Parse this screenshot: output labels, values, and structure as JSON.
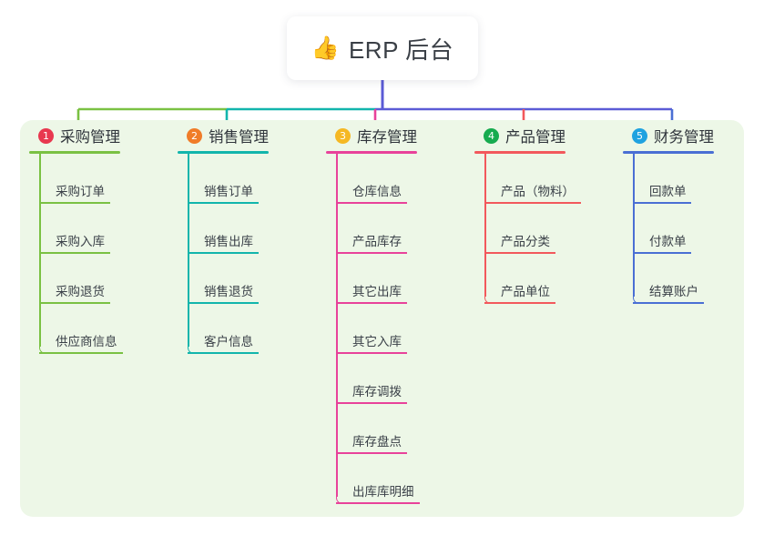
{
  "diagram": {
    "type": "mindmap",
    "background": "#ffffff",
    "panel_color": "#edf7e7",
    "root": {
      "emoji": "👍",
      "icon_name": "thumbs-up-emoji",
      "title": "ERP 后台"
    },
    "trunk_color": "#5b5bd6",
    "branches": [
      {
        "index": 1,
        "badge": "1",
        "badge_color": "#e8384f",
        "line_color": "#7ac143",
        "title": "采购管理",
        "items": [
          "采购订单",
          "采购入库",
          "采购退货",
          "供应商信息"
        ]
      },
      {
        "index": 2,
        "badge": "2",
        "badge_color": "#f07c28",
        "line_color": "#12b5ac",
        "title": "销售管理",
        "items": [
          "销售订单",
          "销售出库",
          "销售退货",
          "客户信息"
        ]
      },
      {
        "index": 3,
        "badge": "3",
        "badge_color": "#f5b823",
        "line_color": "#e8429a",
        "title": "库存管理",
        "items": [
          "仓库信息",
          "产品库存",
          "其它出库",
          "其它入库",
          "库存调拨",
          "库存盘点",
          "出库库明细"
        ]
      },
      {
        "index": 4,
        "badge": "4",
        "badge_color": "#17ab4f",
        "line_color": "#f2585c",
        "title": "产品管理",
        "items": [
          "产品（物料）",
          "产品分类",
          "产品单位"
        ]
      },
      {
        "index": 5,
        "badge": "5",
        "badge_color": "#1fa2e0",
        "line_color": "#4a6fd4",
        "title": "财务管理",
        "items": [
          "回款单",
          "付款单",
          "结算账户"
        ]
      }
    ]
  }
}
